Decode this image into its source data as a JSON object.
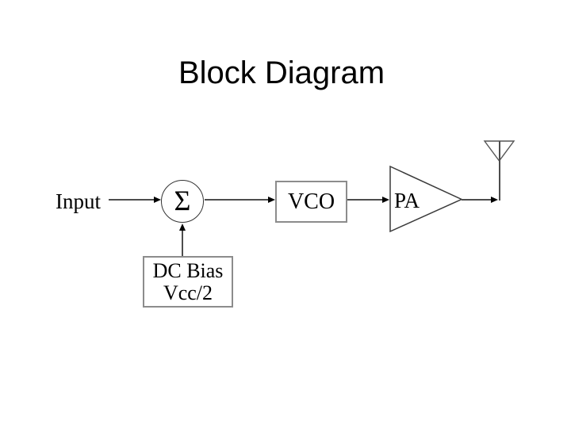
{
  "slide": {
    "title": "Block Diagram"
  },
  "diagram": {
    "input_label": "Input",
    "summer": {
      "symbol": "Σ"
    },
    "vco": {
      "label": "VCO"
    },
    "pa": {
      "label": "PA"
    },
    "dc_bias": {
      "line1": "DC Bias",
      "line2": "Vcc/2"
    },
    "icons": {
      "antenna": "antenna-icon",
      "amplifier": "amplifier-triangle-icon",
      "summer_junction": "summing-junction-icon"
    },
    "colors": {
      "background": "#ffffff",
      "text": "#000000",
      "connector_line": "#4d4d4d",
      "arrowhead": "#000000",
      "box_border": "#8c8c8c",
      "shape_outline": "#3a3a3a"
    }
  }
}
